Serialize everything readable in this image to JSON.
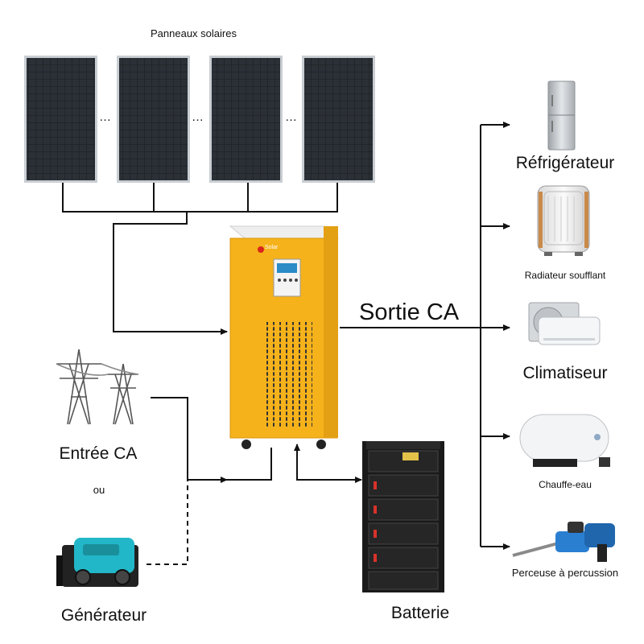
{
  "solar": {
    "title": "Panneaux solaires",
    "ellipsis": "…"
  },
  "inverter": {
    "output_label": "Sortie CA",
    "brand": "Solar"
  },
  "inputs": {
    "ac_input": "Entrée CA",
    "or_text": "ou",
    "generator": "Générateur"
  },
  "battery": {
    "label": "Batterie"
  },
  "loads": [
    {
      "label": "Réfrigérateur",
      "icon": "refrigerator-icon"
    },
    {
      "label": "Radiateur soufflant",
      "icon": "fan-heater-icon"
    },
    {
      "label": "Climatiseur",
      "icon": "air-conditioner-icon"
    },
    {
      "label": "Chauffe-eau",
      "icon": "water-heater-icon"
    },
    {
      "label": "Perceuse à percussion",
      "icon": "hammer-drill-icon"
    }
  ],
  "colors": {
    "inverter_body": "#f5b21b",
    "panel_cell": "#1e2226",
    "panel_frame": "#c9ced3",
    "wire": "#111111",
    "generator_accent": "#22b7c8",
    "battery_body": "#1a1a1a",
    "drill_accent": "#2a7fd1"
  }
}
